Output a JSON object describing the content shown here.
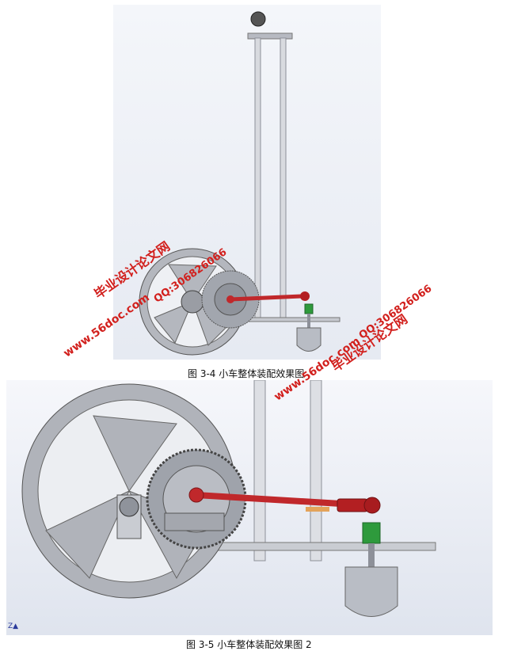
{
  "captions": {
    "figure_1": "图 3-4 小车整体装配效果图",
    "figure_2": "图 3-5 小车整体装配效果图 2"
  },
  "watermarks": {
    "site_name": "毕业设计论文网",
    "url": "www.56doc.com",
    "qq": "QQ:306826066"
  },
  "axis_label": "Z",
  "colors": {
    "watermark": "#d2201d",
    "steel": "#a9adb6",
    "rod": "#c0282b",
    "coupler_green": "#2e9a3c"
  }
}
